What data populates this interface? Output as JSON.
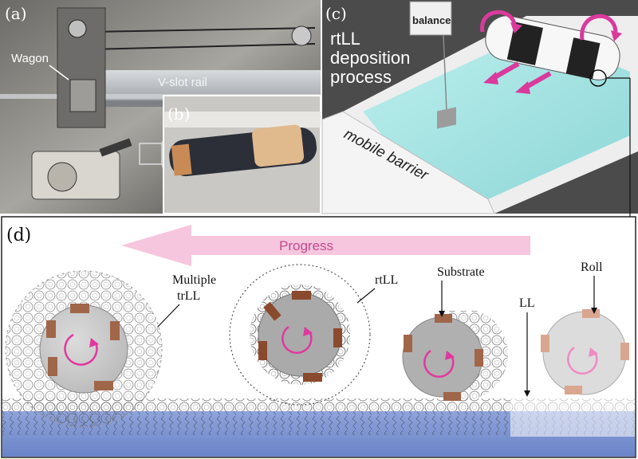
{
  "panel_a": {
    "label": "(a)",
    "wagon": "Wagon",
    "rail": "V-slot rail"
  },
  "panel_b": {
    "label": "(b)"
  },
  "panel_c": {
    "label": "(c)",
    "balance": "balance",
    "title_lines": [
      "rtLL",
      "deposition",
      "process"
    ],
    "barrier": "mobile barrier"
  },
  "panel_d": {
    "label": "(d)",
    "progress": "Progress",
    "labels": {
      "multiple_line1": "Multiple",
      "multiple_line2": "trLL",
      "rtll": "rtLL",
      "substrate": "Substrate",
      "ll": "LL",
      "roll": "Roll"
    }
  },
  "colors": {
    "accent_magenta": "#e0389e",
    "substrate_brown": "#a0664a",
    "water_blue": "#7f96d2",
    "water_cyan": "#a9e4e4",
    "progress_pink": "#f6c6de"
  }
}
